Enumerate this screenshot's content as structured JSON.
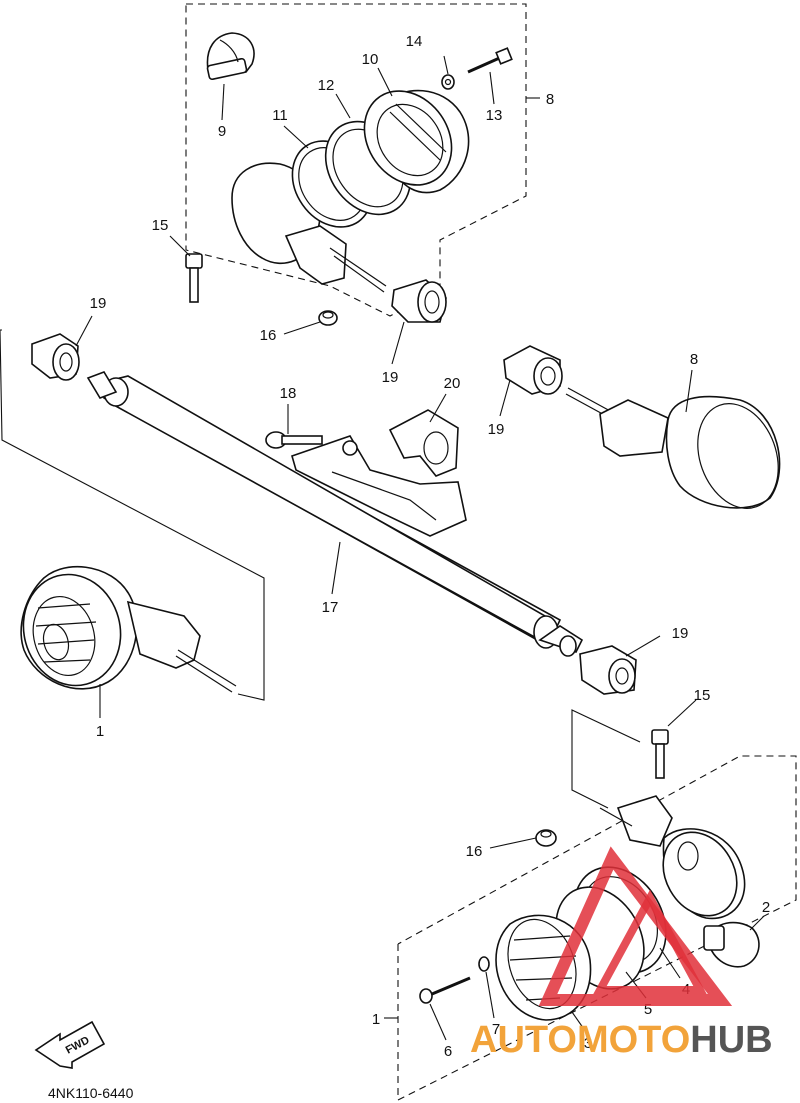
{
  "diagram": {
    "code": "4NK110-6440",
    "fwd_label": "FWD",
    "callouts": [
      {
        "id": "c9",
        "label": "9"
      },
      {
        "id": "c14",
        "label": "14"
      },
      {
        "id": "c10",
        "label": "10"
      },
      {
        "id": "c12",
        "label": "12"
      },
      {
        "id": "c11",
        "label": "11"
      },
      {
        "id": "c13",
        "label": "13"
      },
      {
        "id": "c8a",
        "label": "8"
      },
      {
        "id": "c15a",
        "label": "15"
      },
      {
        "id": "c16a",
        "label": "16"
      },
      {
        "id": "c19a",
        "label": "19"
      },
      {
        "id": "c19b",
        "label": "19"
      },
      {
        "id": "c18",
        "label": "18"
      },
      {
        "id": "c20",
        "label": "20"
      },
      {
        "id": "c8b",
        "label": "8"
      },
      {
        "id": "c19c",
        "label": "19"
      },
      {
        "id": "c17",
        "label": "17"
      },
      {
        "id": "c1a",
        "label": "1"
      },
      {
        "id": "c19d",
        "label": "19"
      },
      {
        "id": "c15b",
        "label": "15"
      },
      {
        "id": "c16b",
        "label": "16"
      },
      {
        "id": "c2",
        "label": "2"
      },
      {
        "id": "c4",
        "label": "4"
      },
      {
        "id": "c5",
        "label": "5"
      },
      {
        "id": "c1b",
        "label": "1"
      },
      {
        "id": "c7",
        "label": "7"
      },
      {
        "id": "c6",
        "label": "6"
      },
      {
        "id": "c3",
        "label": "3"
      }
    ]
  },
  "watermark": {
    "part1": "AUTO",
    "part2": "MOTO",
    "part3": "HUB",
    "colors": {
      "light": "#f2a33a",
      "dark": "#555555",
      "triangle": "#e0303a"
    }
  }
}
